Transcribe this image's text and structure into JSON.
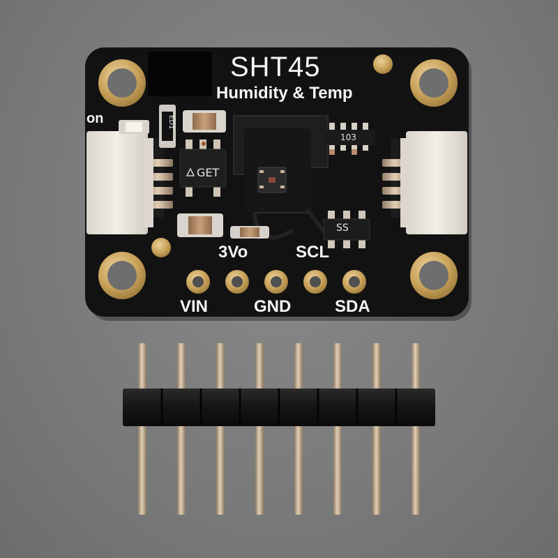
{
  "board": {
    "title": "SHT45",
    "subtitle": "Humidity & Temp",
    "on_label": "on",
    "pins_top": [
      "3Vo",
      "SCL"
    ],
    "pins_bottom": [
      "VIN",
      "GND",
      "SDA"
    ],
    "regulator_marking": "GET",
    "resistor_marking": "103",
    "mosfet_marking": "SS",
    "led_marking": "ED1"
  },
  "header": {
    "pin_count": 8
  },
  "colors": {
    "background": "#7b7b7b",
    "pcb": "#121212",
    "gold": "#c8a25a",
    "silkscreen": "#f4f4f4",
    "connector": "#e9e5df",
    "pin_metal": "#c9b49a",
    "header_plastic": "#1a1a1a"
  }
}
